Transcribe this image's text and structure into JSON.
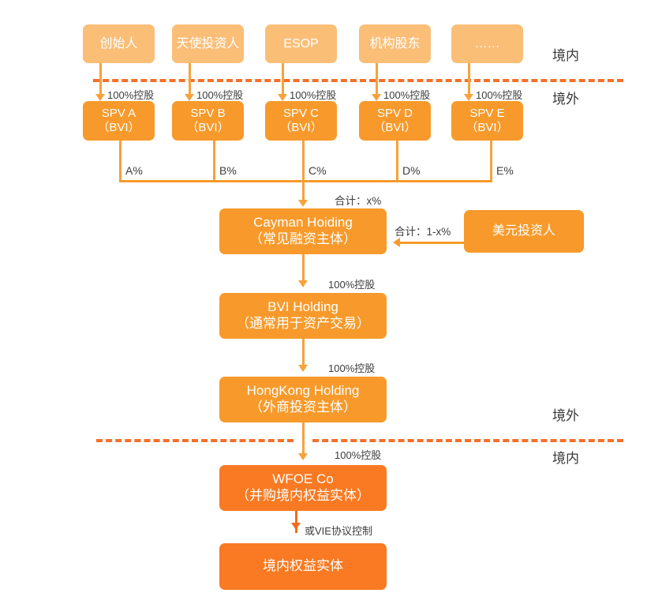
{
  "diagram": {
    "title": "VIE / Red-Chip Offshore Holding Structure",
    "colors": {
      "box_light": "#fbbe77",
      "box_mid": "#f79a2b",
      "box_deep": "#f97a22",
      "line": "#f79a2b",
      "line_deep": "#ef6c1f",
      "dashed_boundary": "#f2712c",
      "label_text": "#3d3d3d",
      "box_text": "#ffffff"
    },
    "shareholders": [
      {
        "label": "创始人"
      },
      {
        "label": "天使投资人"
      },
      {
        "label": "ESOP"
      },
      {
        "label": "机构股东"
      },
      {
        "label": "……"
      }
    ],
    "spvs": [
      {
        "line1": "SPV A",
        "line2": "（BVI）",
        "ownership": "100%控股",
        "stake": "A%"
      },
      {
        "line1": "SPV B",
        "line2": "（BVI）",
        "ownership": "100%控股",
        "stake": "B%"
      },
      {
        "line1": "SPV C",
        "line2": "（BVI）",
        "ownership": "100%控股",
        "stake": "C%"
      },
      {
        "line1": "SPV D",
        "line2": "（BVI）",
        "ownership": "100%控股",
        "stake": "D%"
      },
      {
        "line1": "SPV E",
        "line2": "（BVI）",
        "ownership": "100%控股",
        "stake": "E%"
      }
    ],
    "entities": {
      "cayman": {
        "line1": "Cayman Hoiding",
        "line2": "（常见融资主体）"
      },
      "bvi": {
        "line1": "BVI Holding",
        "line2": "（通常用于资产交易）"
      },
      "hongkong": {
        "line1": "HongKong Holding",
        "line2": "（外商投资主体）"
      },
      "wfoe": {
        "line1": "WFOE Co",
        "line2": "（并购境内权益实体）"
      },
      "domestic": {
        "line1": "境内权益实体"
      },
      "usd_investor": {
        "line1": "美元投资人"
      }
    },
    "edge_labels": {
      "sum_x": "合计：x%",
      "sum_1_minus_x": "合计：1-x%",
      "cayman_to_bvi": "100%控股",
      "bvi_to_hk": "100%控股",
      "hk_to_wfoe": "100%控股",
      "wfoe_to_domestic": "或VIE协议控制"
    },
    "boundaries": {
      "top": {
        "above": "境内",
        "below": "境外"
      },
      "bottom": {
        "above": "境外",
        "below": "境内"
      }
    }
  }
}
